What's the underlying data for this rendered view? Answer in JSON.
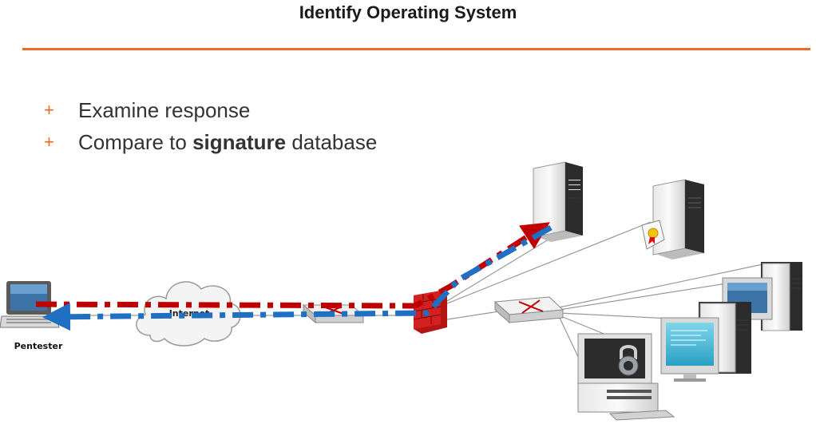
{
  "title": "Identify Operating System",
  "bullets": [
    {
      "prefix": "Examine response",
      "bold": "",
      "suffix": ""
    },
    {
      "prefix": "Compare to ",
      "bold": "signature",
      "suffix": " database"
    }
  ],
  "diagram": {
    "internet_label": "Internet",
    "pentester_label": "Pentester"
  },
  "colors": {
    "accent": "#ec6b2a",
    "request_path": "#c00000",
    "response_path": "#1f6fc2",
    "firewall": "#d32020"
  },
  "icons": [
    "plus-bullet-icon",
    "laptop-icon",
    "cloud-icon",
    "router-icon",
    "firewall-icon",
    "switch-icon",
    "server-icon",
    "certificate-icon",
    "desktop-computer-icon",
    "padlock-icon"
  ]
}
